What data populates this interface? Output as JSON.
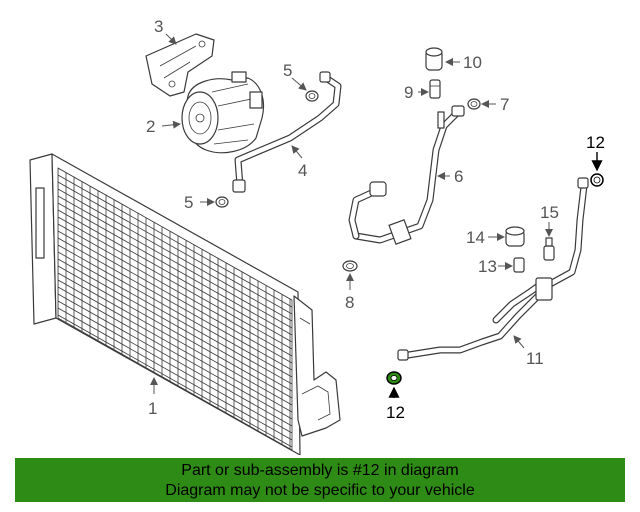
{
  "callouts": {
    "c1": "1",
    "c2": "2",
    "c3": "3",
    "c4": "4",
    "c5a": "5",
    "c5b": "5",
    "c6": "6",
    "c7": "7",
    "c8": "8",
    "c9": "9",
    "c10": "10",
    "c11": "11",
    "c12a": "12",
    "c12b": "12",
    "c13": "13",
    "c14": "14",
    "c15": "15"
  },
  "highlight": {
    "part": "12",
    "color": "#2e8b15"
  },
  "banner": {
    "line1": "Part or sub-assembly is #12 in diagram",
    "line2": "Diagram may not be specific to your vehicle",
    "background": "#2e8b15"
  }
}
